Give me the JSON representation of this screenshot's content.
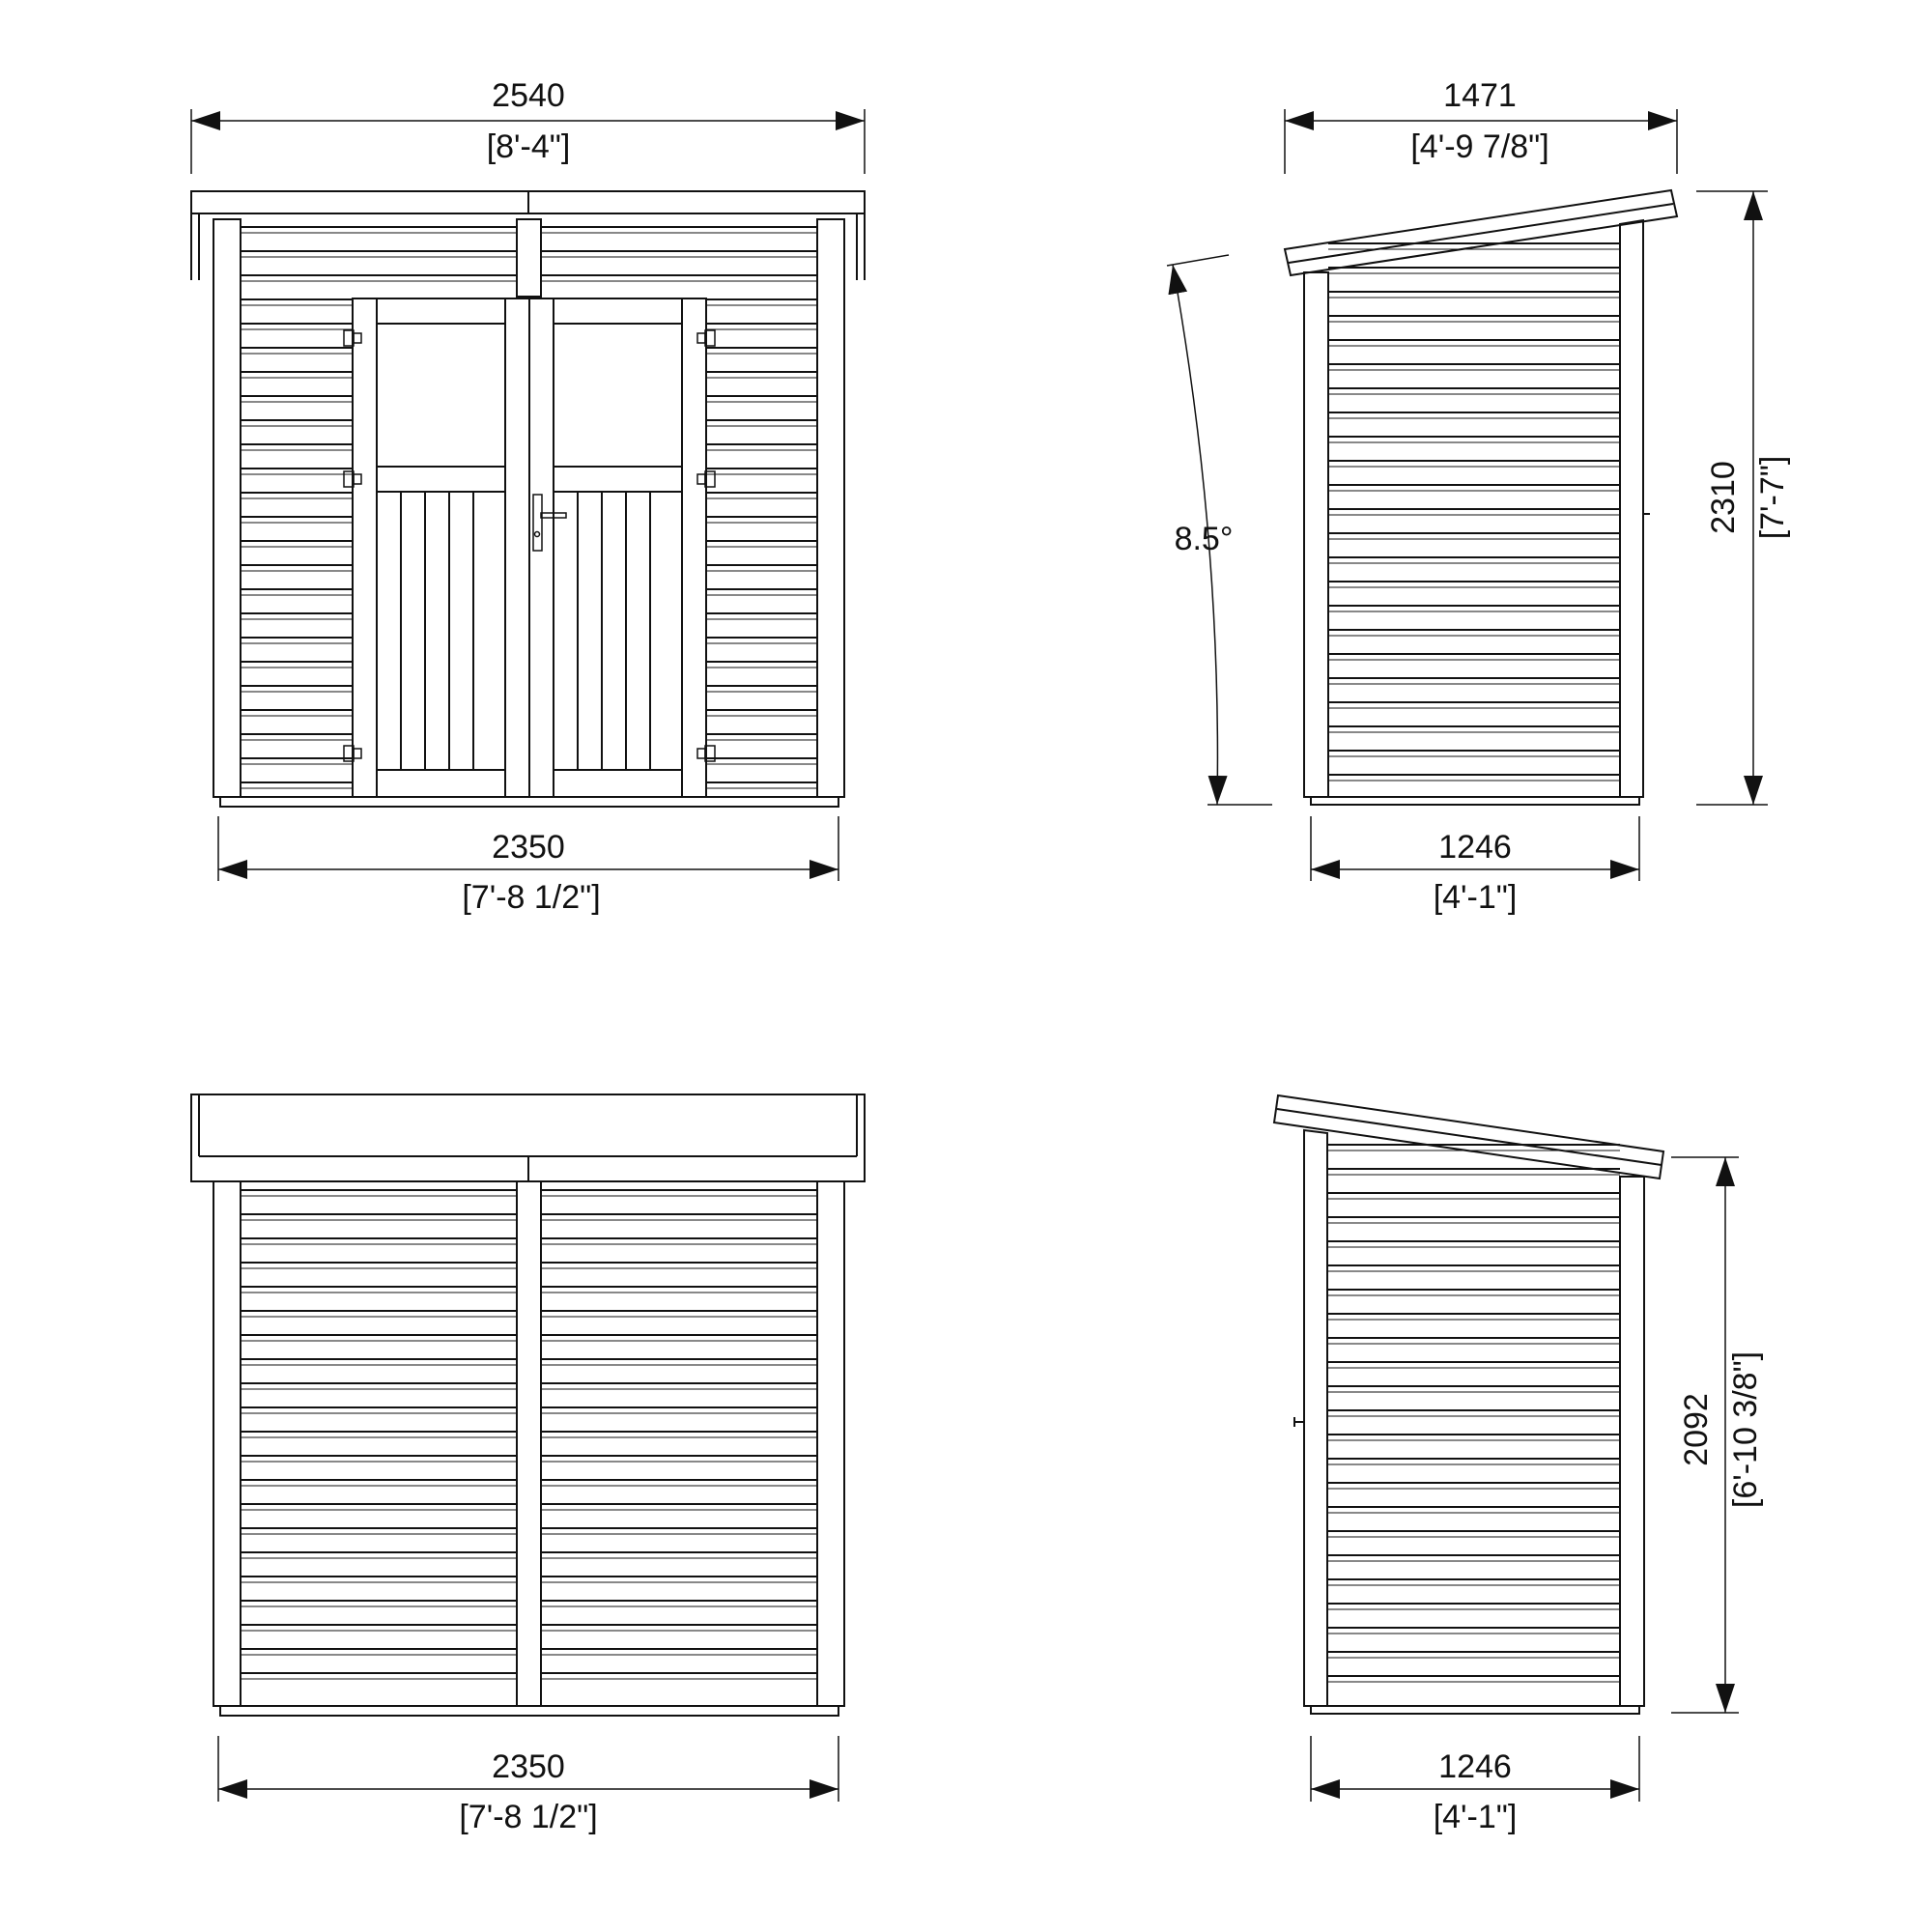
{
  "colors": {
    "stroke": "#111111",
    "background": "#ffffff"
  },
  "views": {
    "front": {
      "width_top_mm": "2540",
      "width_top_imp": "[8'-4\"]",
      "width_bottom_mm": "2350",
      "width_bottom_imp": "[7'-8 1/2\"]"
    },
    "side_right": {
      "depth_top_mm": "1471",
      "depth_top_imp": "[4'-9 7/8\"]",
      "depth_bottom_mm": "1246",
      "depth_bottom_imp": "[4'-1\"]",
      "height_mm": "2310",
      "height_imp": "[7'-7\"]",
      "roof_angle": "8.5°"
    },
    "back": {
      "width_bottom_mm": "2350",
      "width_bottom_imp": "[7'-8 1/2\"]"
    },
    "side_left": {
      "depth_bottom_mm": "1246",
      "depth_bottom_imp": "[4'-1\"]",
      "height_mm": "2092",
      "height_imp": "[6'-10 3/8\"]"
    }
  }
}
